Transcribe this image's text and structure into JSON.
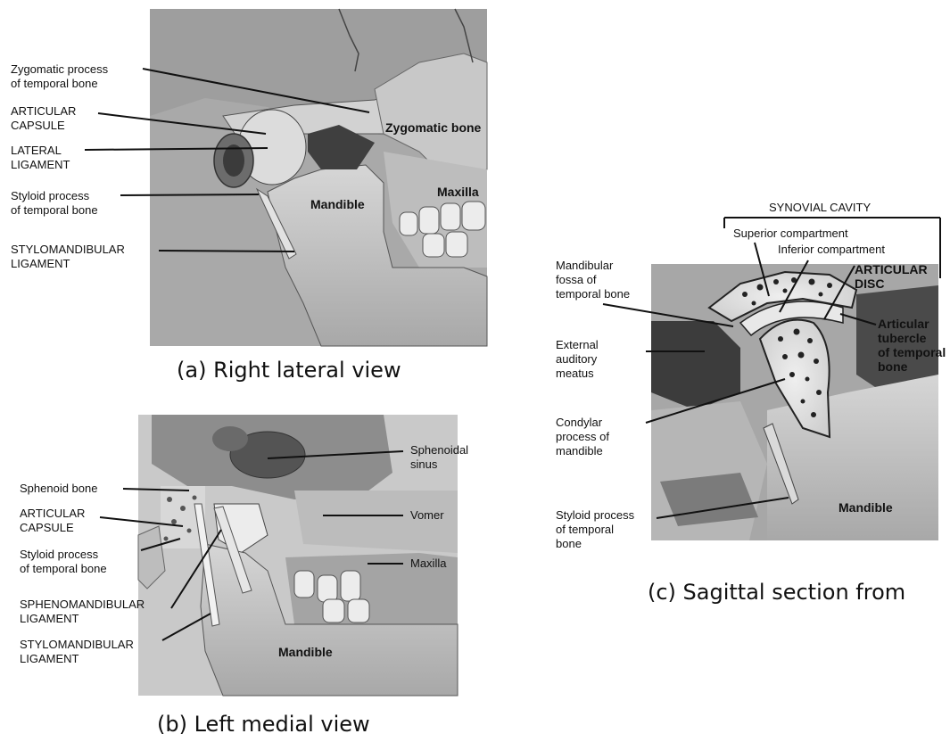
{
  "panel_a": {
    "caption": "(a) Right lateral view",
    "labels": {
      "zygomatic_process_1": "Zygomatic process",
      "zygomatic_process_2": "of temporal bone",
      "articular_capsule_1": "ARTICULAR",
      "articular_capsule_2": "CAPSULE",
      "lateral_ligament_1": "LATERAL",
      "lateral_ligament_2": "LIGAMENT",
      "styloid_process_1": "Styloid process",
      "styloid_process_2": "of temporal bone",
      "stylomandibular_1": "STYLOMANDIBULAR",
      "stylomandibular_2": "LIGAMENT",
      "zygomatic_bone": "Zygomatic bone",
      "maxilla": "Maxilla",
      "mandible": "Mandible"
    }
  },
  "panel_b": {
    "caption": "(b) Left medial view",
    "labels": {
      "sphenoid_bone": "Sphenoid bone",
      "articular_capsule_1": "ARTICULAR",
      "articular_capsule_2": "CAPSULE",
      "styloid_process_1": "Styloid process",
      "styloid_process_2": "of temporal bone",
      "sphenomandibular_1": "SPHENOMANDIBULAR",
      "sphenomandibular_2": "LIGAMENT",
      "stylomandibular_1": "STYLOMANDIBULAR",
      "stylomandibular_2": "LIGAMENT",
      "sphenoidal_sinus_1": "Sphenoidal",
      "sphenoidal_sinus_2": "sinus",
      "vomer": "Vomer",
      "maxilla": "Maxilla",
      "mandible": "Mandible"
    }
  },
  "panel_c": {
    "caption": "(c) Sagittal section from",
    "labels": {
      "synovial_cavity": "SYNOVIAL CAVITY",
      "superior_compartment": "Superior compartment",
      "inferior_compartment": "Inferior compartment",
      "articular_disc_1": "ARTICULAR",
      "articular_disc_2": "DISC",
      "articular_tubercle_1": "Articular",
      "articular_tubercle_2": "tubercle",
      "articular_tubercle_3": "of temporal",
      "articular_tubercle_4": "bone",
      "mandibular_fossa_1": "Mandibular",
      "mandibular_fossa_2": "fossa of",
      "mandibular_fossa_3": "temporal bone",
      "external_auditory_1": "External",
      "external_auditory_2": "auditory",
      "external_auditory_3": "meatus",
      "condylar_process_1": "Condylar",
      "condylar_process_2": "process of",
      "condylar_process_3": "mandible",
      "styloid_process_1": "Styloid process",
      "styloid_process_2": "of temporal",
      "styloid_process_3": "bone",
      "mandible": "Mandible"
    }
  }
}
